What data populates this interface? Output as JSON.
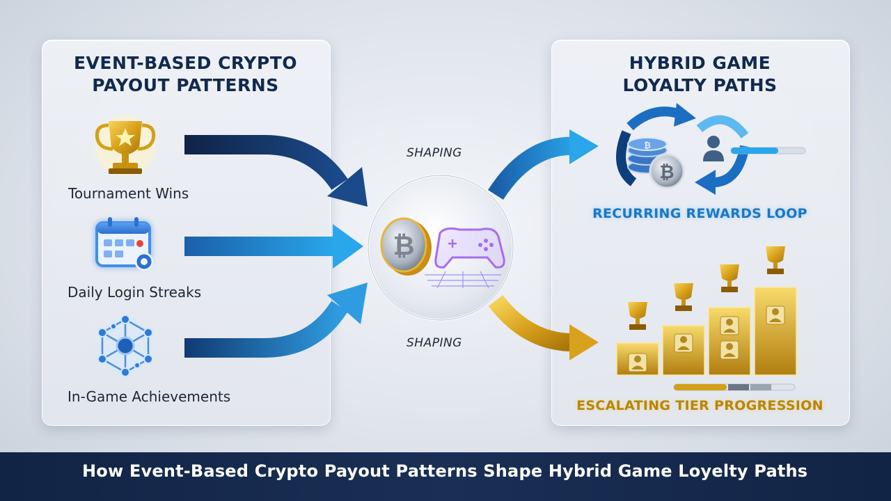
{
  "left_panel": {
    "title_line1": "EVENT-BASED CRYPTO",
    "title_line2": "PAYOUT PATTERNS",
    "items": [
      {
        "label": "Tournament Wins",
        "icon": "trophy-icon"
      },
      {
        "label": "Daily Login Streaks",
        "icon": "calendar-icon"
      },
      {
        "label": "In-Game Achievements",
        "icon": "network-icon"
      }
    ]
  },
  "center": {
    "shaping_top": "SHAPING",
    "shaping_bottom": "SHAPING",
    "icons": [
      "bitcoin-coin-icon",
      "gamepad-icon"
    ]
  },
  "right_panel": {
    "title_line1": "HYBRID GAME",
    "title_line2": "LOYALTY PATHS",
    "loop_caption": "RECURRING REWARDS LOOP",
    "tier_caption": "ESCALATING TIER PROGRESSION"
  },
  "footer": {
    "text": "How Event-Based Crypto Payout Patterns Shape Hybrid Game Loyelty Paths",
    "icon": "logo-icon"
  },
  "colors": {
    "navy": "#12294d",
    "blue": "#1b78c4",
    "gold": "#d4a017",
    "footer_bg": "#152a4f"
  }
}
